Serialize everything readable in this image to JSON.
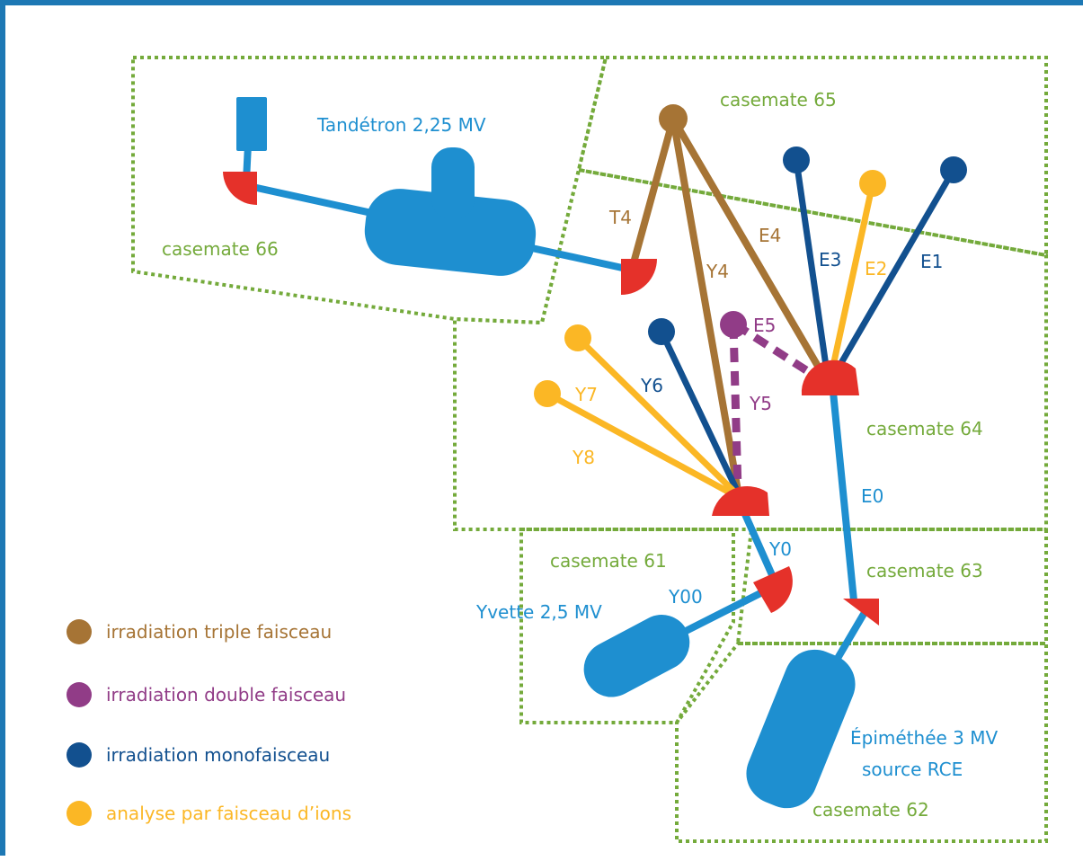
{
  "colors": {
    "triple": "#a67435",
    "double": "#913c87",
    "mono": "#12508f",
    "analyse": "#fbb725",
    "accelerator": "#1e8fd0",
    "magnet": "#e5312a",
    "casemate": "#74aa3b",
    "frame": "#1d78b4"
  },
  "casemates": {
    "c66": "casemate 66",
    "c65": "casemate 65",
    "c64": "casemate 64",
    "c61": "casemate 61",
    "c63": "casemate 63",
    "c62": "casemate 62"
  },
  "accelerators": {
    "tandetron": "Tandétron 2,25 MV",
    "yvette": "Yvette 2,5 MV",
    "epimethee_line1": "Épiméthée 3 MV",
    "epimethee_line2": "source RCE"
  },
  "beamlines": {
    "T4": "T4",
    "Y4": "Y4",
    "E4": "E4",
    "E3": "E3",
    "E2": "E2",
    "E1": "E1",
    "E5": "E5",
    "Y5": "Y5",
    "Y6": "Y6",
    "Y7": "Y7",
    "Y8": "Y8",
    "E0": "E0",
    "Y0": "Y0",
    "Y00": "Y00"
  },
  "legend": [
    {
      "label": "irradiation triple faisceau",
      "color_key": "triple"
    },
    {
      "label": "irradiation double faisceau",
      "color_key": "double"
    },
    {
      "label": "irradiation monofaisceau",
      "color_key": "mono"
    },
    {
      "label": "analyse par faisceau d’ions",
      "color_key": "analyse"
    }
  ]
}
